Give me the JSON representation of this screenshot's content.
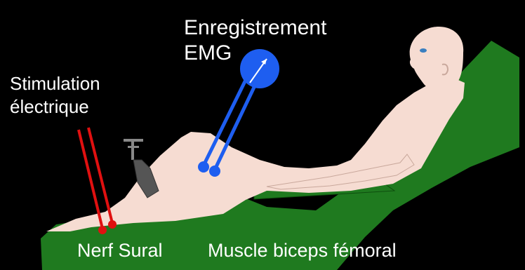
{
  "labels": {
    "recording_line1": "Enregistrement",
    "recording_line2": "EMG",
    "stimulation_line1": "Stimulation",
    "stimulation_line2": "électrique",
    "nerve": "Nerf Sural",
    "muscle": "Muscle biceps fémoral"
  },
  "colors": {
    "background": "#000000",
    "chair": "#1f7a1f",
    "skin": "#f6dcd2",
    "recording_electrodes": "#1e5ef0",
    "stimulation_electrodes": "#e01010",
    "label_text": "#ffffff"
  },
  "icons": [
    "emg-recorder-icon",
    "ankle-strap-icon",
    "arrow-icon"
  ]
}
